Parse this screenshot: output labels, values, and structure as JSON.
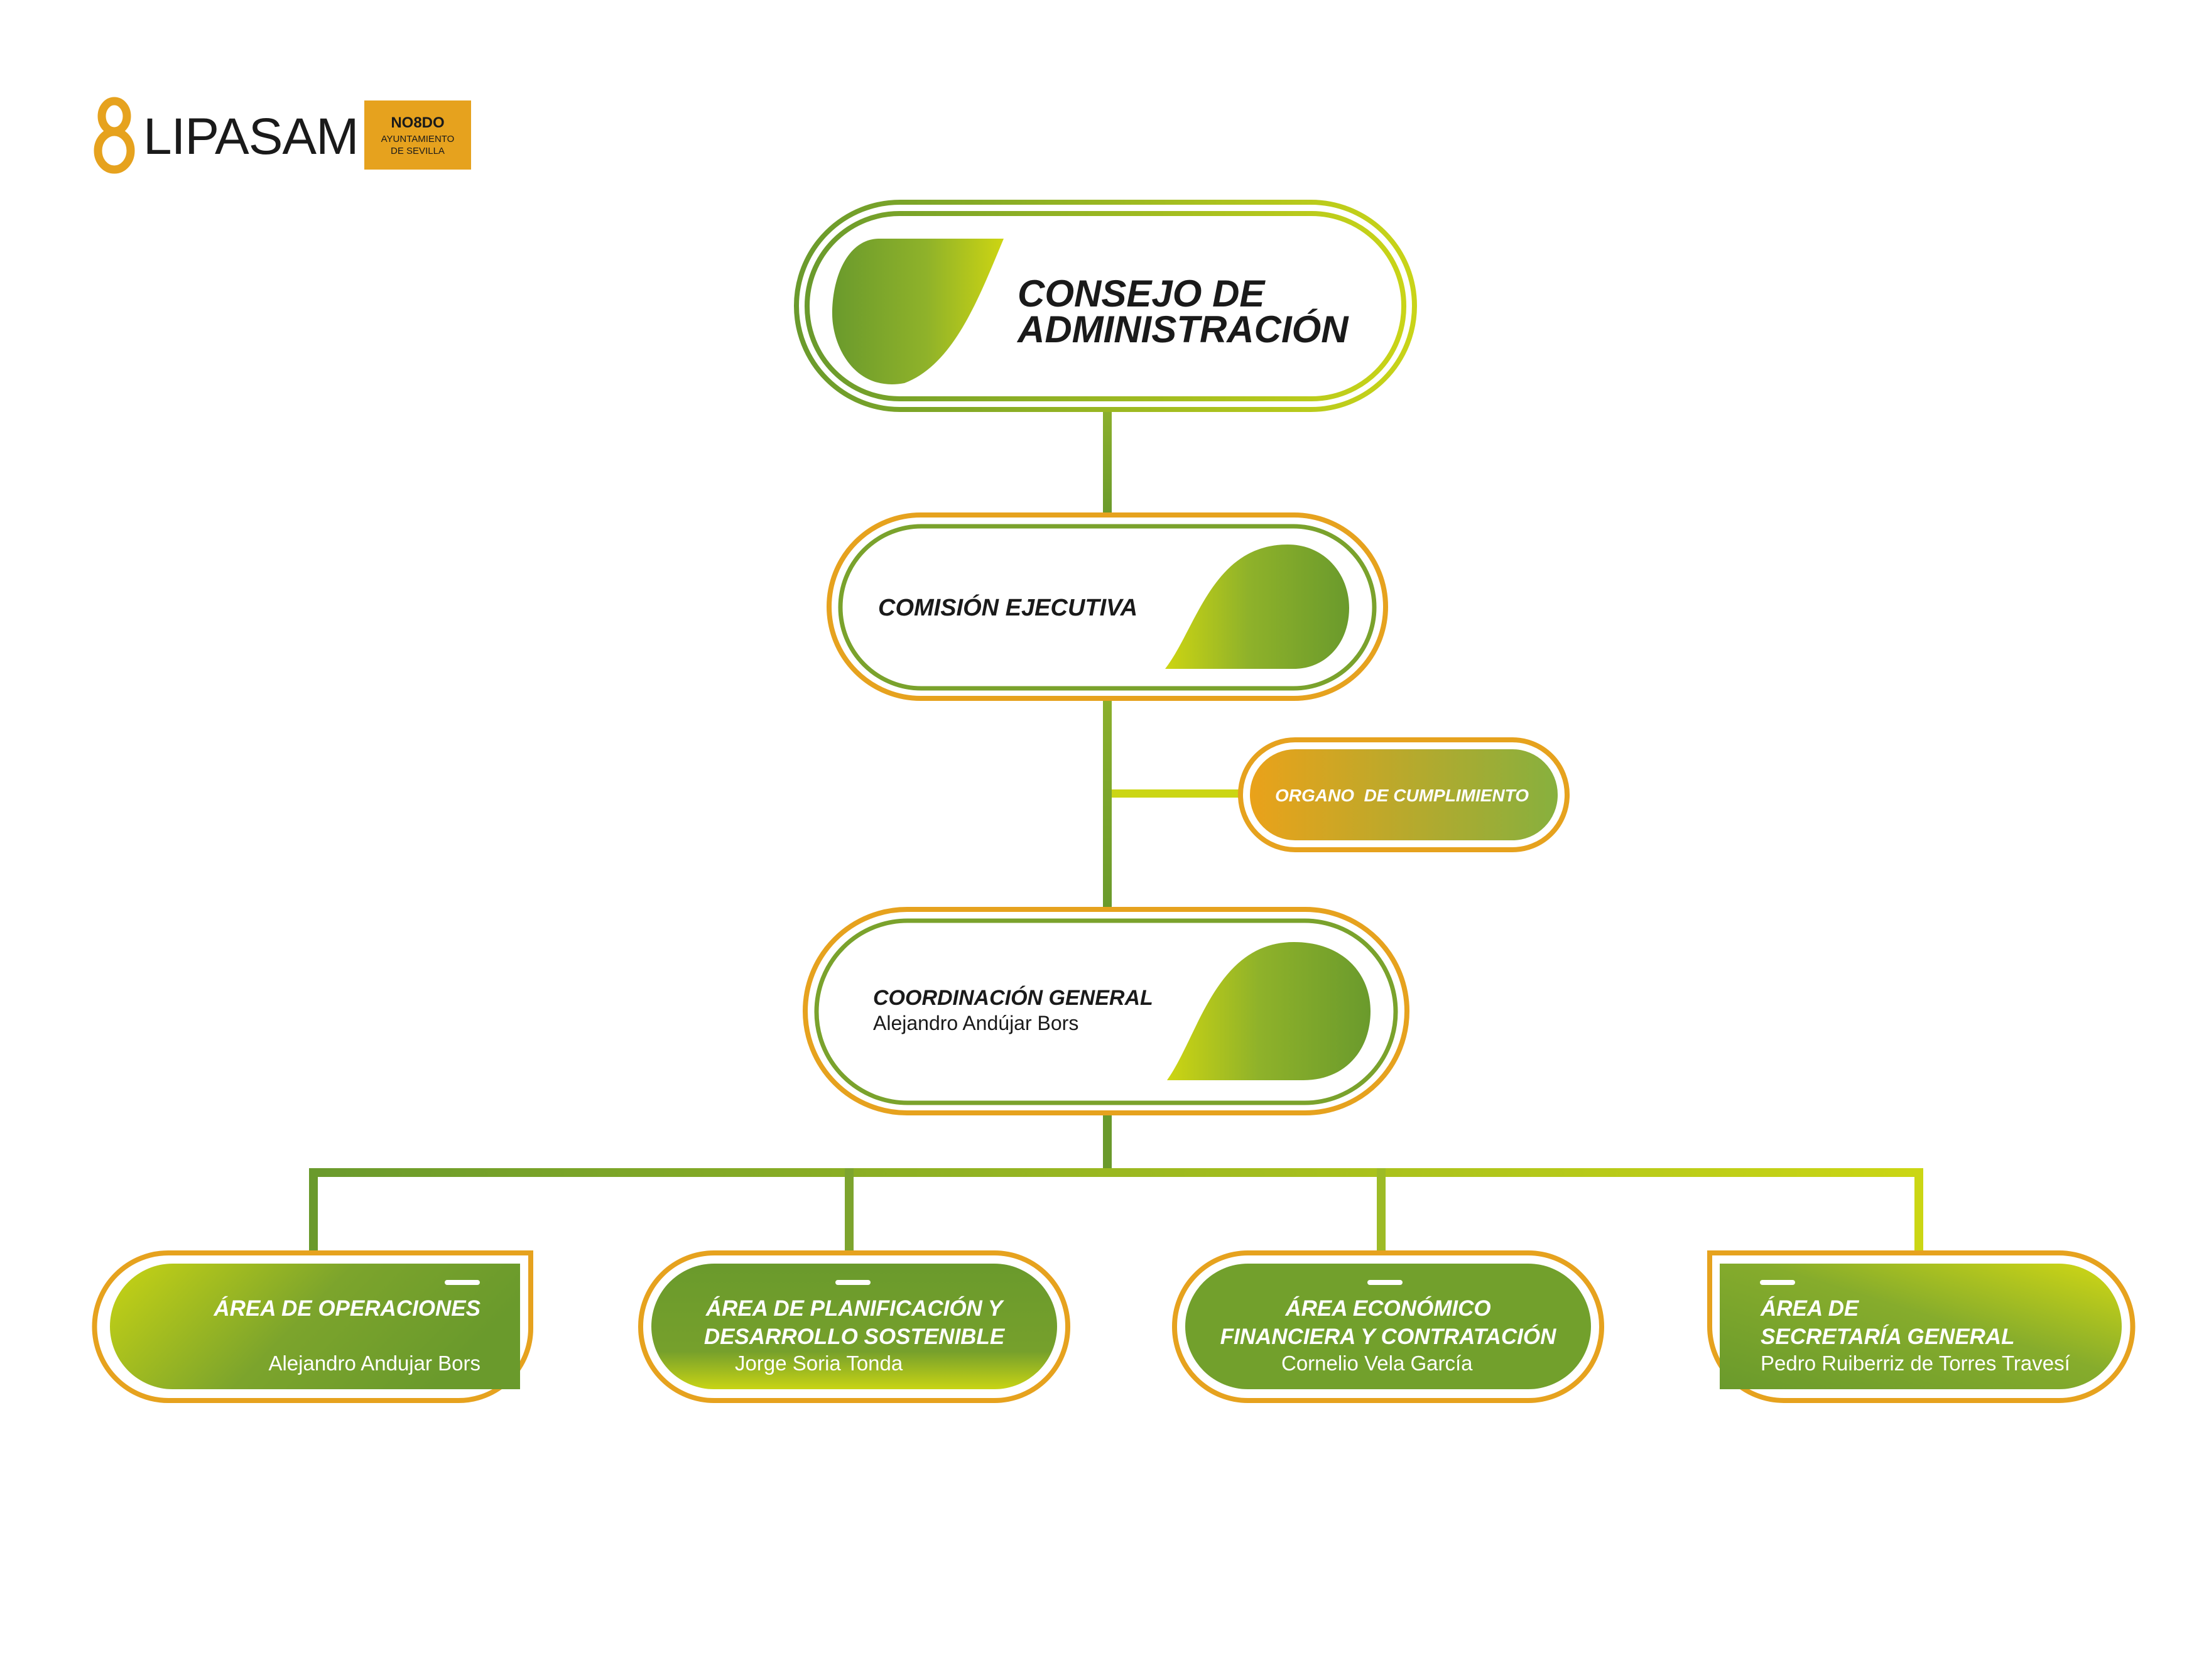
{
  "logo": {
    "brand": "LIPASAM",
    "badge_line1": "NO8DO",
    "badge_line2": "AYUNTAMIENTO",
    "badge_line3": "DE SEVILLA"
  },
  "colors": {
    "dark_green": "#6a9a2c",
    "mid_green": "#86ae2e",
    "lime": "#c8d414",
    "orange": "#e6a21e",
    "text": "#1a1a1a"
  },
  "nodes": {
    "consejo": {
      "line1": "CONSEJO DE",
      "line2": "ADMINISTRACIÓN"
    },
    "comision": {
      "title": "COMISIÓN EJECUTIVA"
    },
    "organo": {
      "title": "ORGANO  DE CUMPLIMIENTO"
    },
    "coordinacion": {
      "title": "COORDINACIÓN GENERAL",
      "person": "Alejandro Andújar Bors"
    },
    "areas": [
      {
        "line1": "ÁREA DE OPERACIONES",
        "line2": "",
        "person": "Alejandro Andujar Bors"
      },
      {
        "line1": "ÁREA DE PLANIFICACIÓN Y",
        "line2": "DESARROLLO SOSTENIBLE",
        "person": "Jorge Soria Tonda"
      },
      {
        "line1": "ÁREA ECONÓMICO",
        "line2": "FINANCIERA Y CONTRATACIÓN",
        "person": "Cornelio Vela García"
      },
      {
        "line1": "ÁREA DE",
        "line2": "SECRETARÍA GENERAL",
        "person": "Pedro Ruiberriz de Torres Travesí"
      }
    ]
  }
}
